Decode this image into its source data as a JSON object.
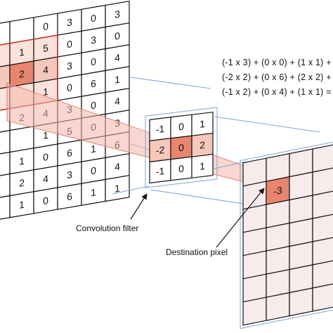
{
  "colors": {
    "grid_line": "#111111",
    "highlight_fill": "#f4b7aa",
    "highlight_cell": "#e8856f",
    "highlight_stroke": "#c0392b",
    "top_left_tint": "#d9ead3",
    "projection": "#7da3d4",
    "dest_fill": "#f7eceb"
  },
  "source_grid": {
    "rows": [
      [
        "",
        "",
        "0",
        "3",
        "0",
        "3"
      ],
      [
        "",
        "1",
        "5",
        "0",
        "3",
        "0"
      ],
      [
        "",
        "2",
        "4",
        "3",
        "0",
        "4"
      ],
      [
        "",
        "",
        "1",
        "0",
        "6",
        "1"
      ],
      [
        "",
        "2",
        "4",
        "3",
        "0",
        "4"
      ],
      [
        "",
        "",
        "1",
        "5",
        "0",
        "3"
      ],
      [
        "",
        "1",
        "0",
        "6",
        "1",
        "6"
      ],
      [
        "",
        "2",
        "4",
        "3",
        "0",
        "4"
      ],
      [
        "",
        "1",
        "0",
        "6",
        "1",
        "1"
      ]
    ]
  },
  "filter_grid": {
    "rows": [
      [
        "-1",
        "0",
        "1"
      ],
      [
        "-2",
        "0",
        "2"
      ],
      [
        "-1",
        "0",
        "1"
      ]
    ]
  },
  "destination": {
    "value": "-3"
  },
  "equations": [
    "(-1 x 3) + (0 x 0) + (1 x 1) +",
    "(-2 x 2) + (0 x 6) + (2 x 2) +",
    "(-1 x 2) + (0 x 4) + (1 x 1) ="
  ],
  "labels": {
    "filter": "Convolution filter",
    "destination": "Destination pixel"
  }
}
